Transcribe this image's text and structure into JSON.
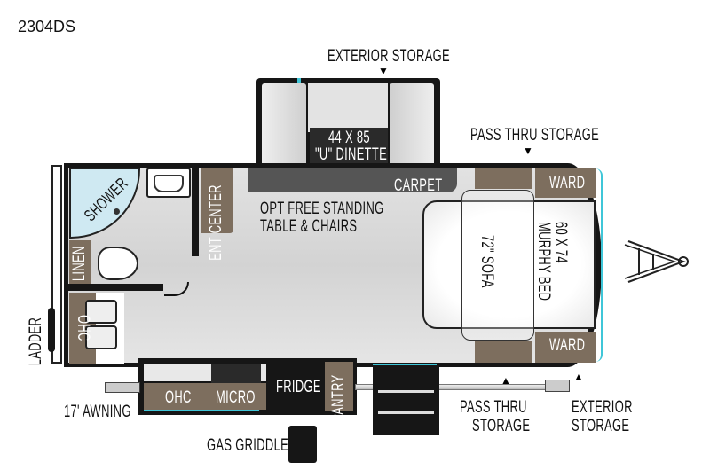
{
  "title": "2304DS",
  "labels": {
    "exterior_storage_top": "EXTERIOR STORAGE",
    "pass_thru_storage_top": "PASS THRU STORAGE",
    "dinette_size": "44 X 85",
    "dinette_name": "\"U\" DINETTE",
    "carpet": "CARPET",
    "opt_table_1": "OPT FREE STANDING",
    "opt_table_2": "TABLE & CHAIRS",
    "shower": "SHOWER",
    "ent_center": "ENT CENTER",
    "linen": "LINEN",
    "ohc_kitchen": "OHC",
    "ladder": "LADDER",
    "ward_top": "WARD",
    "ward_bottom": "WARD",
    "sofa": "72\" SOFA",
    "murphy_1": "60 X 74",
    "murphy_2": "MURPHY BED",
    "ohc_galley": "OHC",
    "micro": "MICRO",
    "fridge": "FRIDGE",
    "pantry": "PANTRY",
    "awning": "17' AWNING",
    "gas_griddle": "GAS GRIDDLE",
    "pass_thru_bottom_1": "PASS THRU",
    "pass_thru_bottom_2": "STORAGE",
    "exterior_bottom_1": "EXTERIOR",
    "exterior_bottom_2": "STORAGE"
  },
  "colors": {
    "brown": "#7d6e5e",
    "wall": "#161616",
    "accent": "#3fc6d8",
    "shower": "#cfe9f2"
  }
}
